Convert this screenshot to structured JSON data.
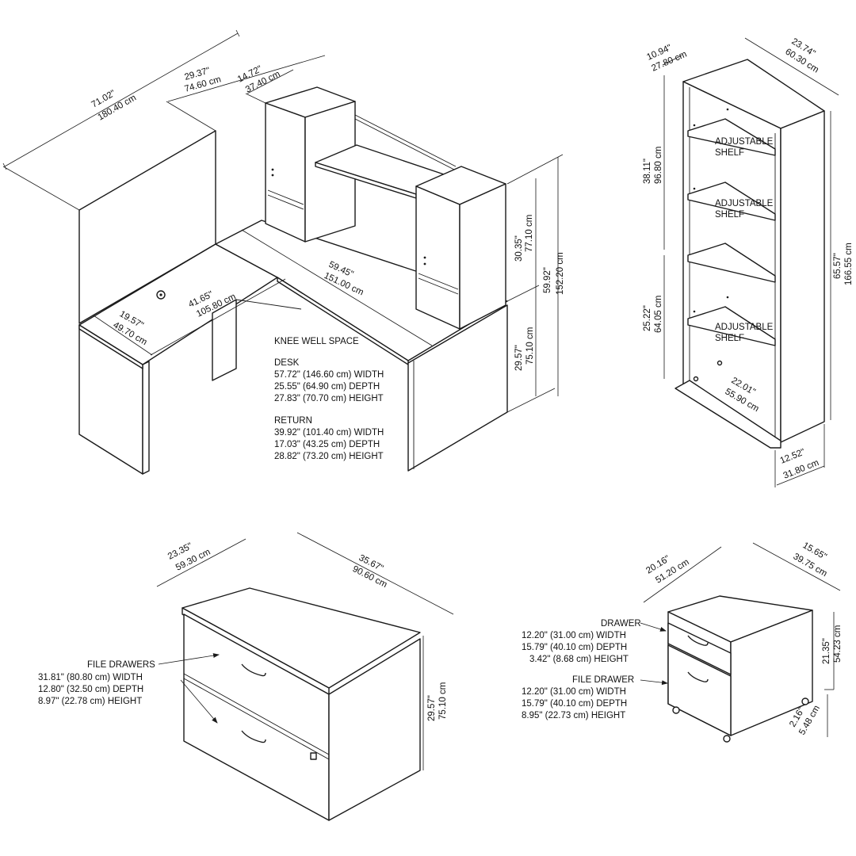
{
  "desk_dims": {
    "overall_width_in": "71.02\"",
    "overall_width_cm": "180.40 cm",
    "hutch_width_in": "29.37\"",
    "hutch_width_cm": "74.60 cm",
    "tower_depth_in": "14.72\"",
    "tower_depth_cm": "37.40 cm",
    "desk_length_in": "59.45\"",
    "desk_length_cm": "151.00 cm",
    "return_length_in": "41.65\"",
    "return_length_cm": "105.80 cm",
    "return_depth_in": "19.57\"",
    "return_depth_cm": "49.70 cm",
    "hutch_height_in": "30.35\"",
    "hutch_height_cm": "77.10 cm",
    "total_height_in": "59.92\"",
    "total_height_cm": "152.20 cm",
    "desk_height_in": "29.57\"",
    "desk_height_cm": "75.10 cm"
  },
  "desk_notes": {
    "knee": "KNEE WELL SPACE",
    "desk_title": "DESK",
    "desk_l1": "57.72\" (146.60 cm) WIDTH",
    "desk_l2": "25.55\" (64.90 cm) DEPTH",
    "desk_l3": "27.83\" (70.70 cm) HEIGHT",
    "return_title": "RETURN",
    "return_l1": "39.92\" (101.40 cm) WIDTH",
    "return_l2": "17.03\" (43.25 cm) DEPTH",
    "return_l3": "28.82\" (73.20 cm) HEIGHT"
  },
  "bookcase": {
    "depth_in": "10.94\"",
    "depth_cm": "27.80 cm",
    "width_in": "23.74\"",
    "width_cm": "60.30 cm",
    "upper_height_in": "38.11\"",
    "upper_height_cm": "96.80 cm",
    "lower_height_in": "25.22\"",
    "lower_height_cm": "64.05 cm",
    "total_height_in": "65.57\"",
    "total_height_cm": "166.55 cm",
    "inner_width_in": "22.01\"",
    "inner_width_cm": "55.90 cm",
    "base_depth_in": "12.52\"",
    "base_depth_cm": "31.80 cm",
    "shelf_label_1": "ADJUSTABLE",
    "shelf_label_2": "SHELF"
  },
  "lateral_file": {
    "depth_in": "23.35\"",
    "depth_cm": "59.30 cm",
    "width_in": "35.67\"",
    "width_cm": "90.60 cm",
    "height_in": "29.57\"",
    "height_cm": "75.10 cm",
    "note_title": "FILE DRAWERS",
    "note_l1": "31.81\" (80.80 cm) WIDTH",
    "note_l2": "12.80\" (32.50 cm) DEPTH",
    "note_l3": "8.97\" (22.78 cm) HEIGHT"
  },
  "mobile_file": {
    "depth_in": "20.16\"",
    "depth_cm": "51.20 cm",
    "width_in": "15.65\"",
    "width_cm": "39.75 cm",
    "height_in": "21.35\"",
    "height_cm": "54.23 cm",
    "caster_in": "2.16\"",
    "caster_cm": "5.48 cm",
    "drawer_title": "DRAWER",
    "drawer_l1": "12.20\" (31.00 cm) WIDTH",
    "drawer_l2": "15.79\" (40.10 cm) DEPTH",
    "drawer_l3": "3.42\" (8.68 cm) HEIGHT",
    "file_title": "FILE DRAWER",
    "file_l1": "12.20\" (31.00 cm) WIDTH",
    "file_l2": "15.79\" (40.10 cm) DEPTH",
    "file_l3": "8.95\" (22.73 cm) HEIGHT"
  }
}
